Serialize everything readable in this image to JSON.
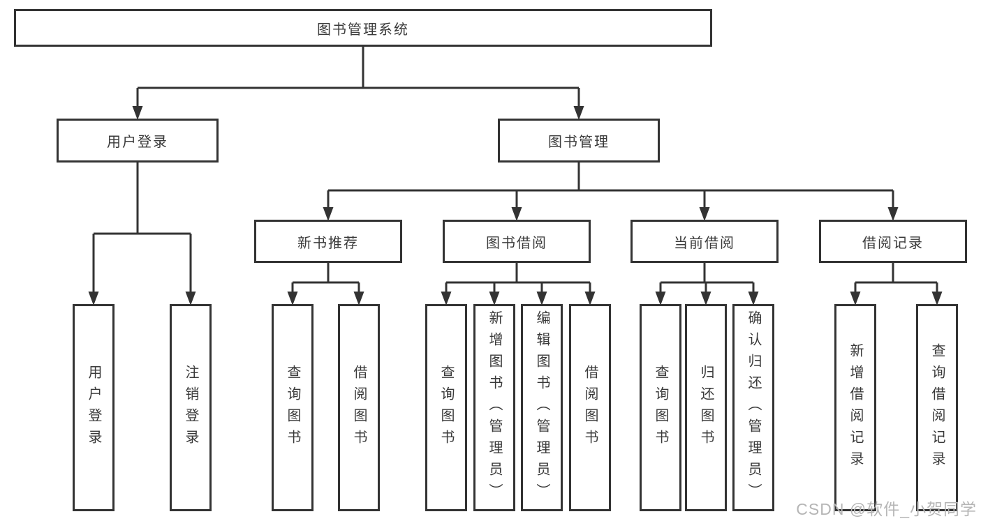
{
  "colors": {
    "background": "#ffffff",
    "line": "#333333",
    "box_border": "#333333",
    "text": "#3a3a3a",
    "watermark": "#b5b5b5"
  },
  "watermark": {
    "text": "CSDN @软件_小贺同学"
  },
  "diagram": {
    "type": "hierarchy-tree",
    "root": {
      "label": "图书管理系统"
    },
    "branches": [
      {
        "label": "用户登录",
        "children": [
          {
            "label": "用户登录"
          },
          {
            "label": "注销登录"
          }
        ]
      },
      {
        "label": "图书管理",
        "sections": [
          {
            "label": "新书推荐",
            "children": [
              {
                "label": "查询图书"
              },
              {
                "label": "借阅图书"
              }
            ]
          },
          {
            "label": "图书借阅",
            "children": [
              {
                "label": "查询图书"
              },
              {
                "label": "新增图书（管理员）"
              },
              {
                "label": "编辑图书（管理员）"
              },
              {
                "label": "借阅图书"
              }
            ]
          },
          {
            "label": "当前借阅",
            "children": [
              {
                "label": "查询图书"
              },
              {
                "label": "归还图书"
              },
              {
                "label": "确认归还（管理员）"
              }
            ]
          },
          {
            "label": "借阅记录",
            "children": [
              {
                "label": "新增借阅记录"
              },
              {
                "label": "查询借阅记录"
              }
            ]
          }
        ]
      }
    ]
  }
}
